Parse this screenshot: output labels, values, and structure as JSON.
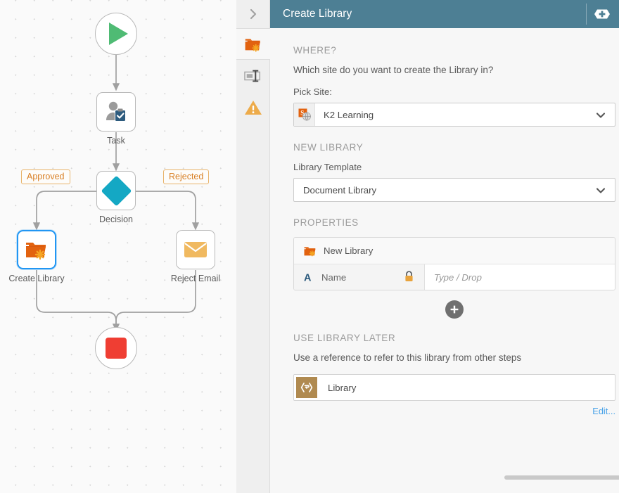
{
  "window": {
    "panel_title": "Create Library",
    "collapse_icon": "chevron-right-icon",
    "add_icon": "plus-badge-icon"
  },
  "workflow": {
    "nodes": [
      {
        "id": "start",
        "label": "",
        "icon": "play-start-icon",
        "shape": "circle",
        "color": "#4fbb74"
      },
      {
        "id": "task",
        "label": "Task",
        "icon": "user-task-icon",
        "shape": "box"
      },
      {
        "id": "decision",
        "label": "Decision",
        "icon": "decision-diamond-icon",
        "shape": "box",
        "color": "#14a8c4"
      },
      {
        "id": "create-library",
        "label": "Create Library",
        "icon": "create-library-folder-icon",
        "shape": "box",
        "selected": true
      },
      {
        "id": "reject-email",
        "label": "Reject Email",
        "icon": "email-envelope-icon",
        "shape": "box"
      },
      {
        "id": "end",
        "label": "",
        "icon": "stop-end-icon",
        "shape": "circle",
        "color": "#ef3e33"
      }
    ],
    "edge_labels": [
      {
        "id": "approved",
        "text": "Approved"
      },
      {
        "id": "rejected",
        "text": "Rejected"
      }
    ]
  },
  "tabs": [
    {
      "id": "configuration",
      "icon": "create-library-folder-icon",
      "active": true
    },
    {
      "id": "input-mapping",
      "icon": "text-field-icon",
      "active": false
    },
    {
      "id": "validation-warnings",
      "icon": "warning-triangle-icon",
      "active": false
    }
  ],
  "sections": {
    "where": {
      "heading": "WHERE?",
      "question": "Which site do you want to create the Library in?",
      "pick_site_label": "Pick Site:",
      "site_value": "K2 Learning",
      "site_icon": "sharepoint-site-icon",
      "dropdown_icon": "chevron-down-icon"
    },
    "new_library": {
      "heading": "NEW LIBRARY",
      "template_label": "Library Template",
      "template_value": "Document Library",
      "dropdown_icon": "chevron-down-icon"
    },
    "properties": {
      "heading": "PROPERTIES",
      "group_title": "New Library",
      "group_icon": "create-library-folder-icon",
      "rows": [
        {
          "name": "Name",
          "type_icon": "text-type-a-icon",
          "lock_icon": "lock-icon",
          "value": "",
          "placeholder": "Type / Drop"
        }
      ],
      "add_icon": "plus-circle-icon"
    },
    "use_later": {
      "heading": "USE LIBRARY LATER",
      "description": "Use a reference to refer to this library from other steps",
      "reference_value": "Library",
      "reference_icon": "reference-icon",
      "edit_label": "Edit..."
    }
  },
  "colors": {
    "titlebar": "#4d7f94",
    "accent_orange": "#e2620f",
    "selection_blue": "#2196f3",
    "link_blue": "#4aa3e8",
    "decision_teal": "#14a8c4"
  }
}
